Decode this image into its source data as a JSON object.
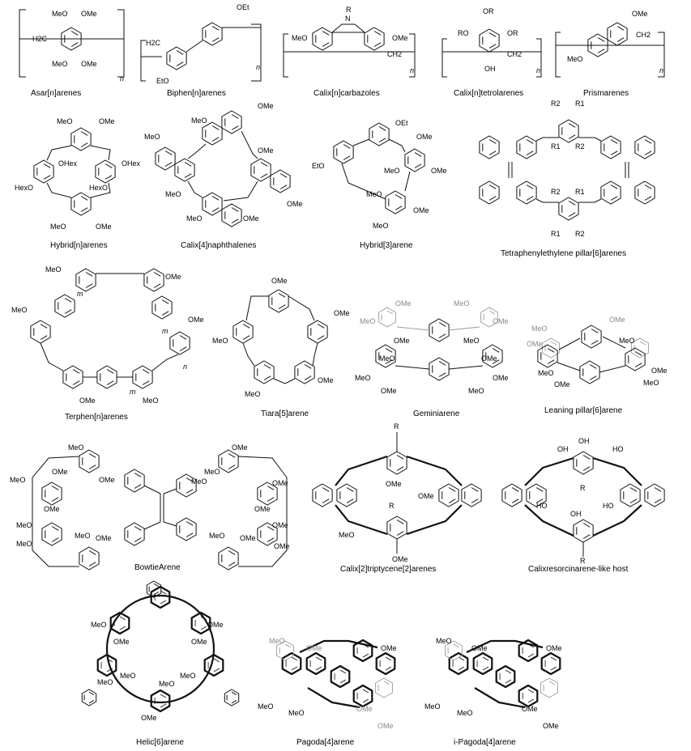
{
  "captions": {
    "asar": "Asar[n]arenes",
    "biphen": "Biphen[n]arenes",
    "carbazoles": "Calix[n]carbazoles",
    "tetrolarenes": "Calix[n]tetrolarenes",
    "prismarenes": "Prismarenes",
    "hybrid_n": "Hybrid[n]arenes",
    "naphthalenes": "Calix[4]naphthalenes",
    "hybrid_3": "Hybrid[3]arene",
    "tpe": "Tetraphenylethylene pillar[6]arenes",
    "terphen": "Terphen[n]arenes",
    "tiara": "Tiara[5]arene",
    "geminiarene": "Geminiarene",
    "leaning": "Leaning pillar[6]arene",
    "bowtie": "BowtieArene",
    "triptycene": "Calix[2]triptycene[2]arenes",
    "calixres": "Calixresorcinarene-like host",
    "helic": "Helic[6]arene",
    "pagoda": "Pagoda[4]arene",
    "ipagoda": "i-Pagoda[4]arene"
  },
  "labels": {
    "MeO": "MeO",
    "OMe": "OMe",
    "OEt": "OEt",
    "EtO": "EtO",
    "OR": "OR",
    "RO": "RO",
    "OH": "OH",
    "HO": "HO",
    "R": "R",
    "N": "N",
    "CH2": "CH2",
    "H2C": "H2C",
    "OHex": "OHex",
    "HexO": "HexO",
    "n": "n",
    "m": "m",
    "R1": "R1",
    "R2": "R2"
  }
}
